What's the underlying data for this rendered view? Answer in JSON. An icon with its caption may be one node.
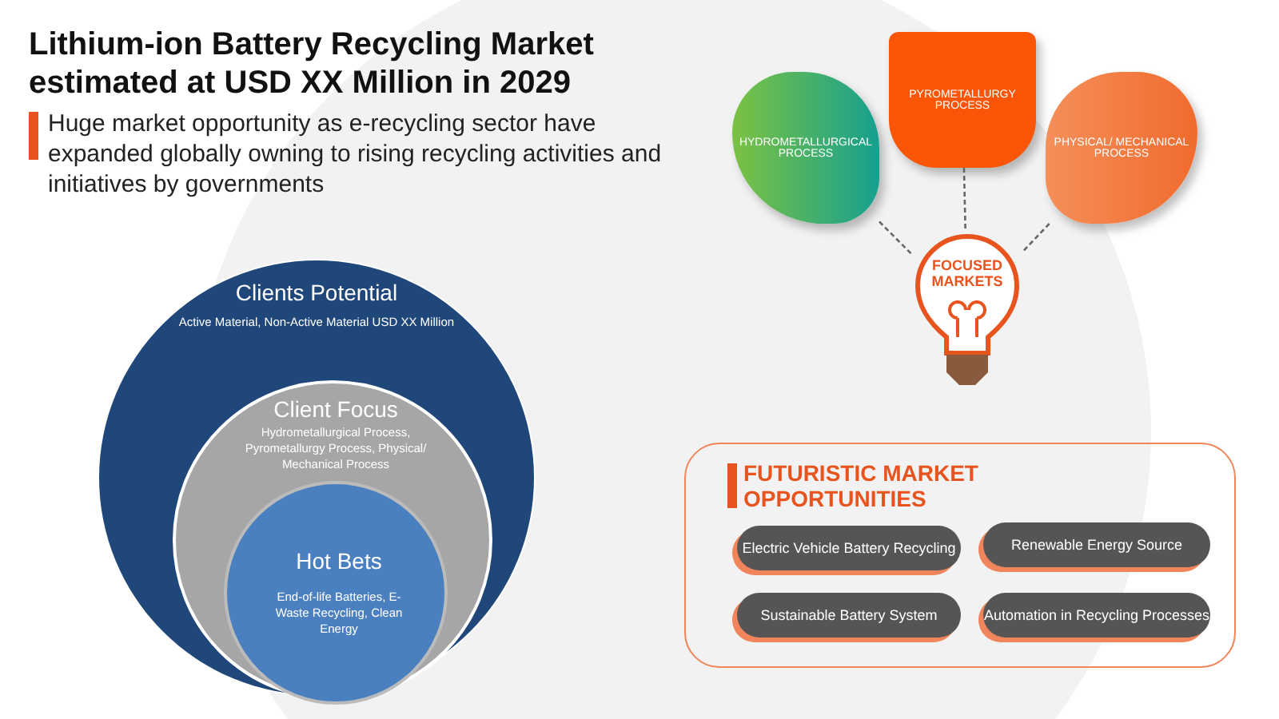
{
  "diagram": {
    "title": "Lithium-ion Battery Recycling Market estimated at USD XX Million in 2029",
    "nodes": [
      {
        "text": [
          "Clients Potential",
          "Active Material, Non-Active Material USD XX Million"
        ]
      },
      {
        "text": [
          "Client Focus",
          "Hydrometallurgical Process, Pyrometallurgy Process, Physical/ Mechanical Process"
        ],
        "in": 0
      },
      {
        "text": [
          "Hot Bets",
          "End-of-life Batteries, E-Waste Recycling, Clean Energy"
        ],
        "in": 1
      },
      {
        "text": [
          "HYDROMETALLURGICAL PROCESS"
        ]
      },
      {
        "text": [
          "PYROMETALLURGY PROCESS"
        ]
      },
      {
        "text": [
          "PHYSICAL/ MECHANICAL PROCESS"
        ]
      },
      {
        "text": [
          "FOCUSED MARKETS"
        ]
      },
      {
        "text": [
          "FUTURISTIC MARKET OPPORTUNITIES"
        ]
      },
      {
        "text": [
          "Electric Vehicle Battery Recycling"
        ],
        "in": 7
      },
      {
        "text": [
          "Renewable Energy Source"
        ],
        "in": 7
      },
      {
        "text": [
          "Sustainable Battery System"
        ],
        "in": 7
      },
      {
        "text": [
          "Automation in Recycling Processes"
        ],
        "in": 7
      }
    ],
    "edges": [
      {
        "from": 3,
        "to": 6,
        "arrow": "none",
        "style": "dashed"
      },
      {
        "from": 4,
        "to": 6,
        "arrow": "none",
        "style": "dashed"
      },
      {
        "from": 5,
        "to": 6,
        "arrow": "none",
        "style": "dashed"
      }
    ],
    "labels": [
      "Huge market opportunity as e-recycling sector have expanded globally owning to rising recycling activities and initiatives by governments"
    ]
  }
}
